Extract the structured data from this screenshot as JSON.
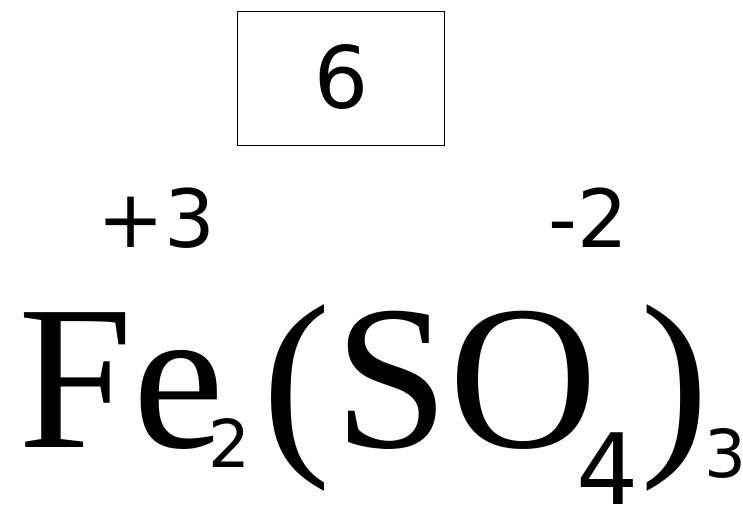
{
  "lcm": "6",
  "charges": {
    "cation": "+3",
    "anion": "-2"
  },
  "formula": {
    "cation_symbol": "Fe",
    "cation_subscript": "2",
    "paren_open": "(",
    "anion_symbol": "SO",
    "anion_subscript": "4",
    "paren_close": ")",
    "group_subscript": "3"
  }
}
